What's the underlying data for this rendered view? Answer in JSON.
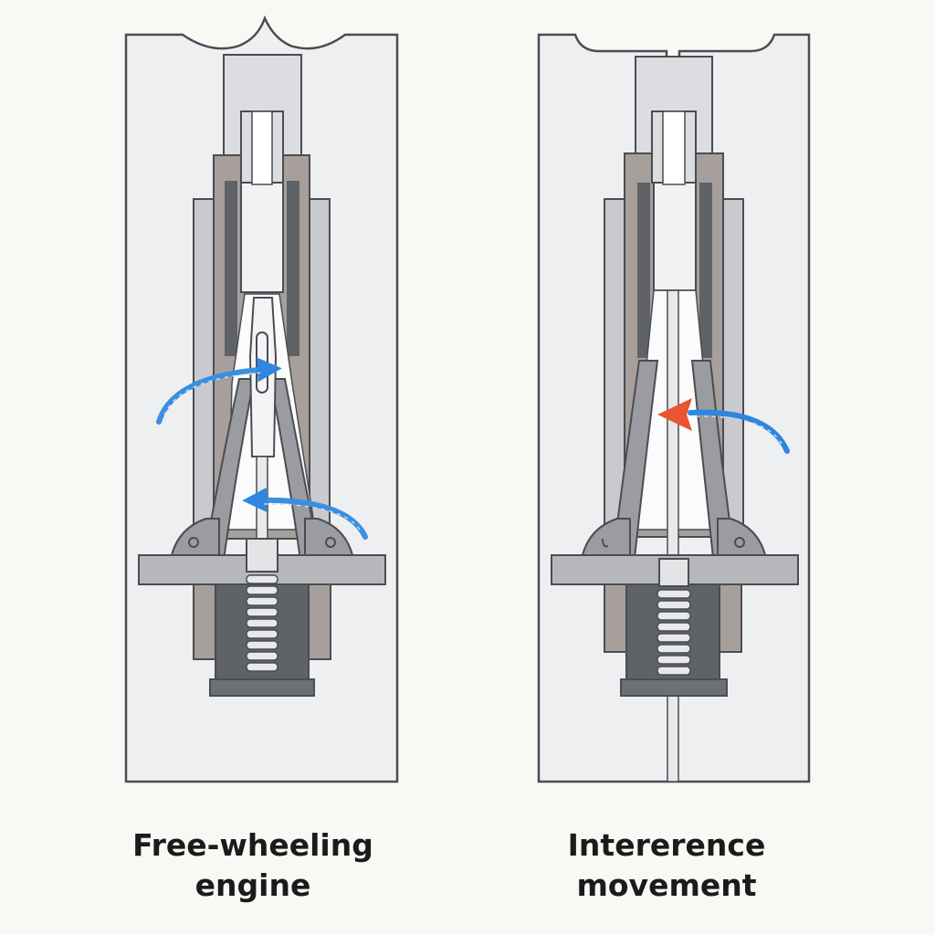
{
  "panels": [
    {
      "id": "free-wheeling",
      "caption": [
        "Free-wheeling",
        "engine"
      ],
      "arrows": [
        {
          "color": "#3a8fde",
          "direction": "right"
        },
        {
          "color": "#3a8fde",
          "direction": "left"
        }
      ]
    },
    {
      "id": "interference",
      "caption": [
        "Intererence",
        "movement"
      ],
      "arrows": [
        {
          "color": "#2e86de",
          "head_color": "#e8552e",
          "direction": "left"
        }
      ]
    }
  ],
  "colors": {
    "background": "#f8f8f5",
    "panel_fill": "#eeeff0",
    "outline": "#4a4d52",
    "metal_light": "#dcdde0",
    "metal_mid": "#8e9196",
    "metal_dark": "#5f6266",
    "housing": "#a69f9b",
    "flow_blue": "#3a8fde",
    "flow_red": "#e8552e"
  }
}
